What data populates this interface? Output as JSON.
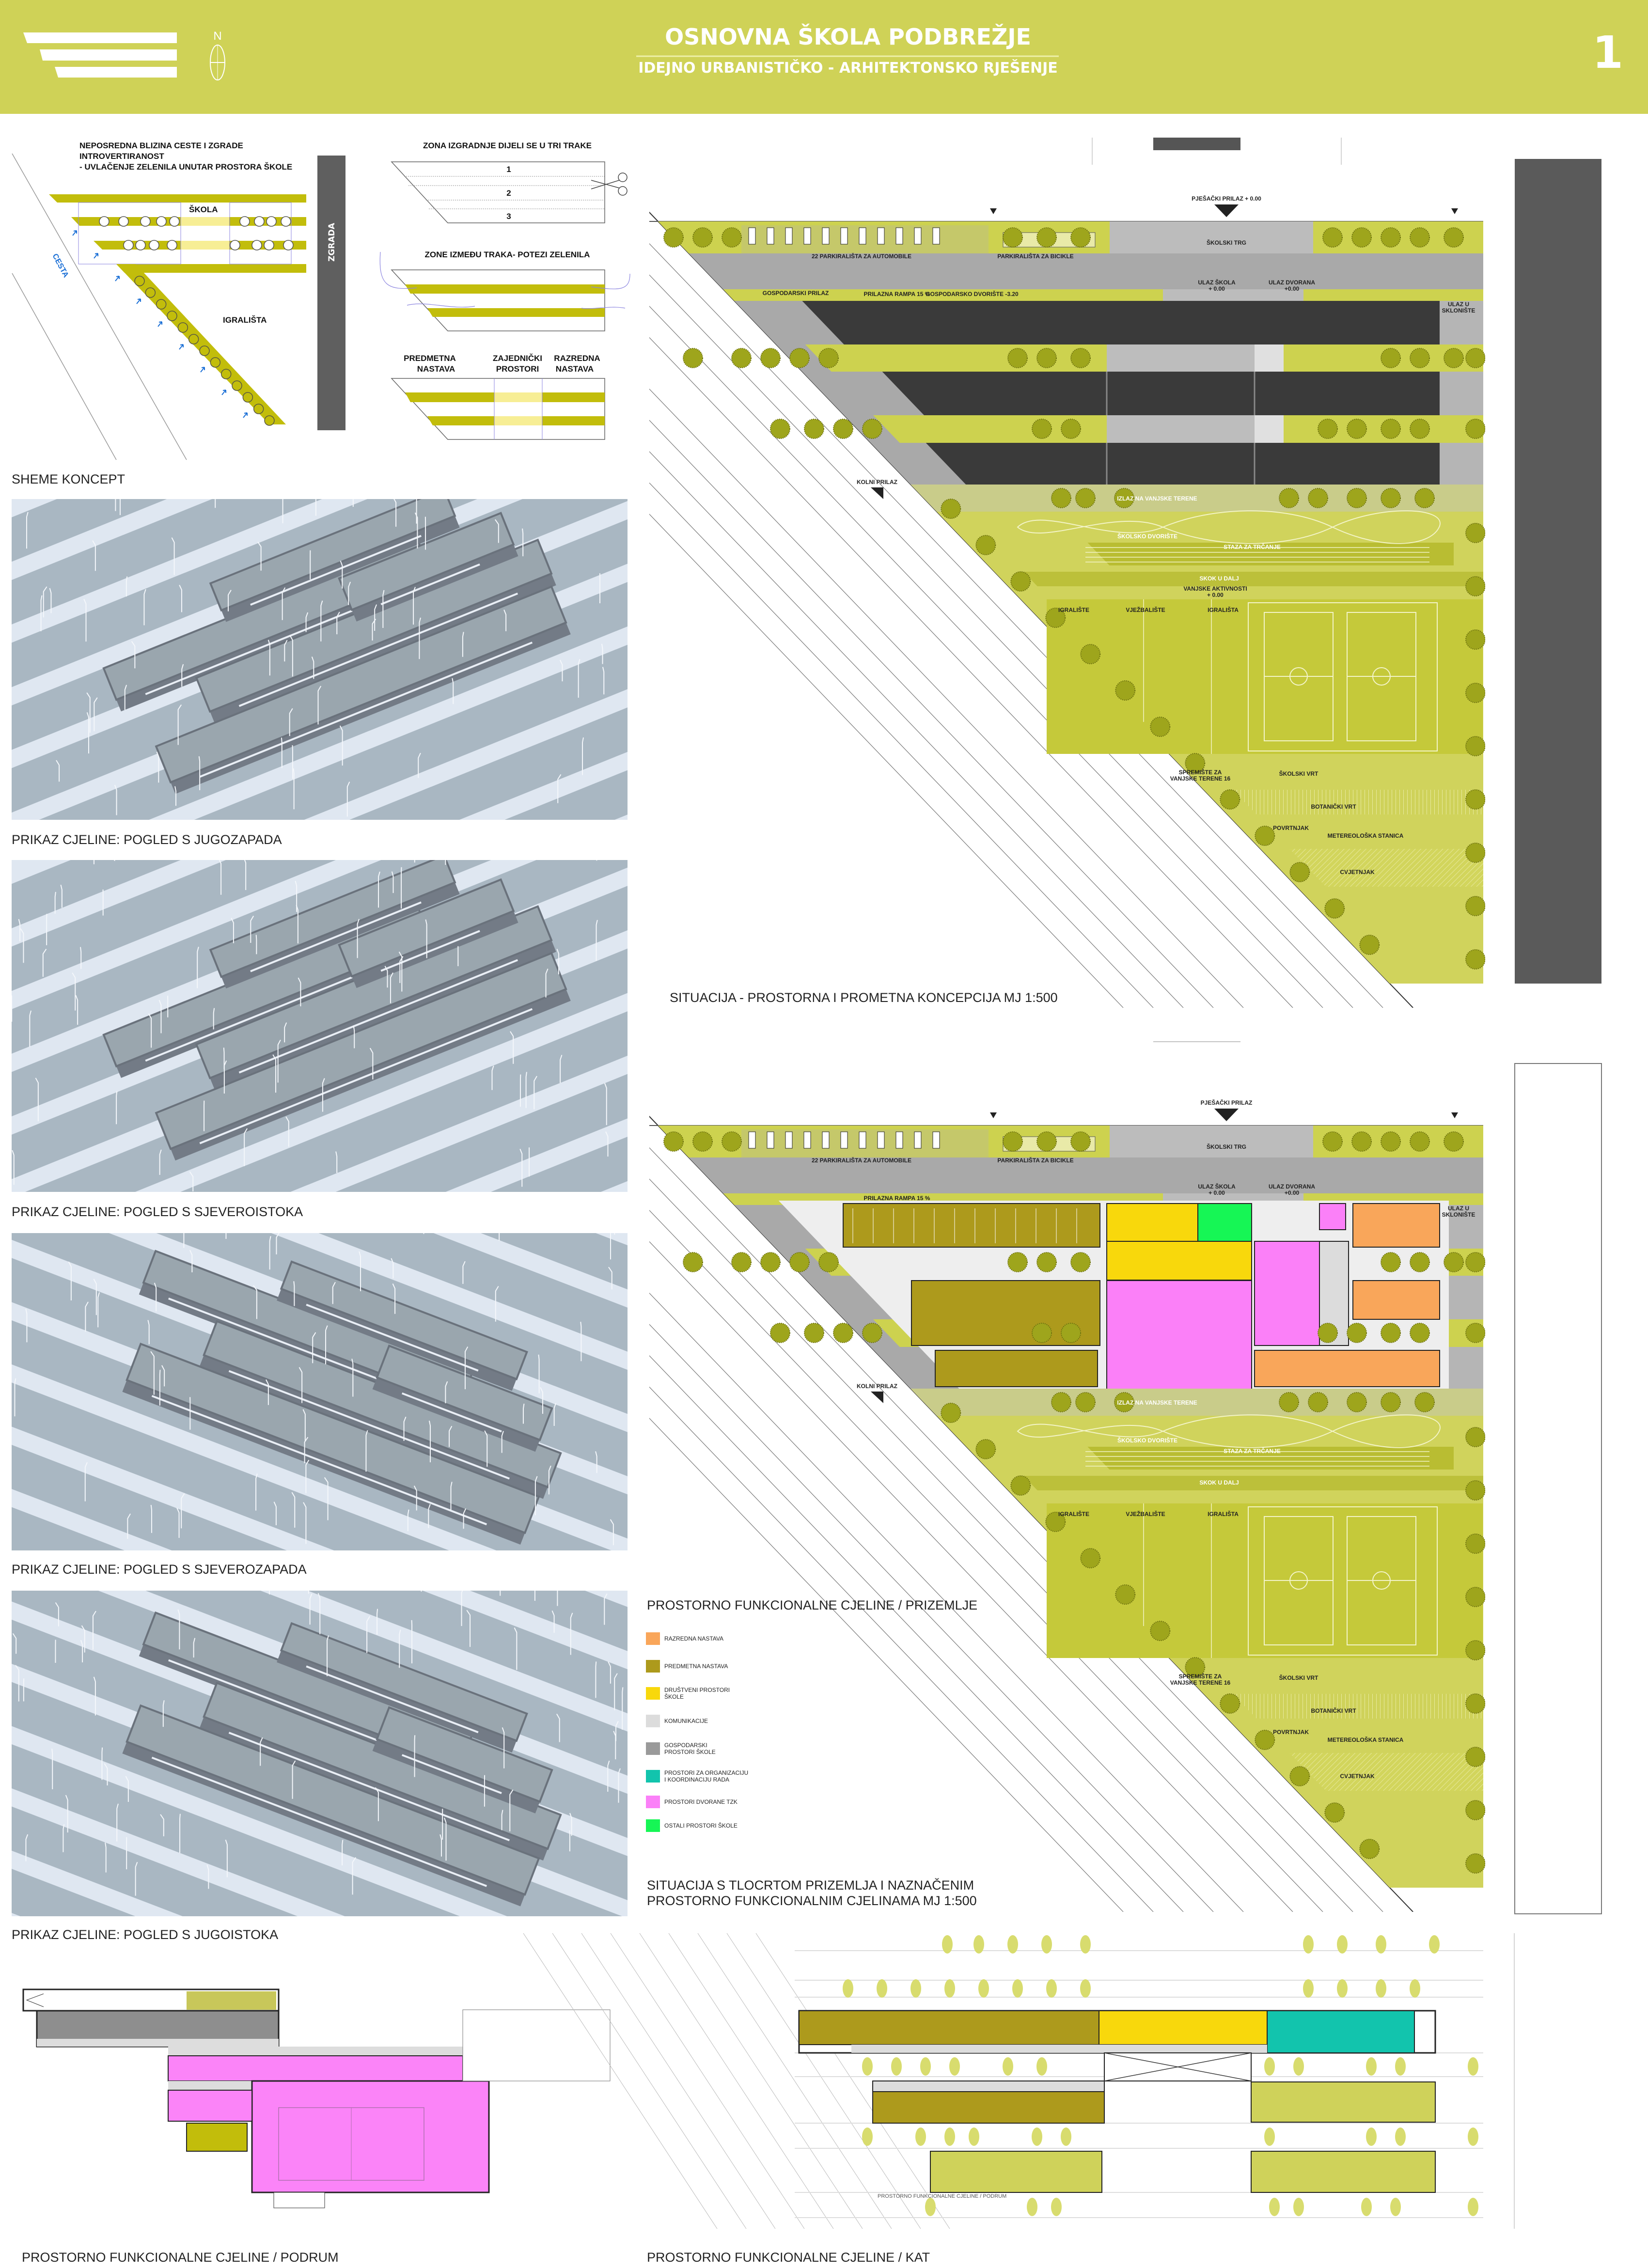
{
  "header": {
    "title": "OSNOVNA ŠKOLA PODBREŽJE",
    "subtitle": "IDEJNO URBANISTIČKO - ARHITEKTONSKO RJEŠENJE",
    "sheet_number": "1",
    "north": "N"
  },
  "concept": {
    "caption": "SHEME KONCEPT",
    "scheme1": {
      "lines": [
        "NEPOSREDNA BLIZINA CESTE I ZGRADE",
        "INTROVERTIRANOST",
        "- UVLAČENJE ZELENILA UNUTAR PROSTORA ŠKOLE"
      ],
      "school": "ŠKOLA",
      "road": "CESTA",
      "playgrounds": "IGRALIŠTA",
      "building": "ZGRADA"
    },
    "scheme2": {
      "heading": "ZONA IZGRADNJE DIJELI SE U TRI TRAKE",
      "strips": [
        "1",
        "2",
        "3"
      ]
    },
    "scheme3": {
      "heading": "ZONE IZMEĐU TRAKA- POTEZI ZELENILA"
    },
    "scheme4": {
      "labels": [
        [
          "PREDMETNA",
          "NASTAVA"
        ],
        [
          "ZAJEDNIČKI",
          "PROSTORI"
        ],
        [
          "RAZREDNA",
          "NASTAVA"
        ]
      ]
    }
  },
  "renders": [
    {
      "caption": "PRIKAZ CJELINE: POGLED S JUGOZAPADA"
    },
    {
      "caption": "PRIKAZ CJELINE: POGLED S SJEVEROISTOKA"
    },
    {
      "caption": "PRIKAZ CJELINE: POGLED S SJEVEROZAPADA"
    },
    {
      "caption": "PRIKAZ CJELINE: POGLED S JUGOISTOKA"
    }
  ],
  "site_plan_1": {
    "caption": "SITUACIJA - PROSTORNA I PROMETNA KONCEPCIJA MJ 1:500",
    "labels": {
      "pedestrian_access": "PJEŠAČKI PRILAZ + 0.00",
      "car_parking": "22 PARKIRALIŠTA ZA AUTOMOBILE",
      "bike_parking": "PARKIRALIŠTA ZA BICIKLE",
      "school_square": "ŠKOLSKI TRG",
      "service_access": "GOSPODARSKI PRILAZ",
      "ramp": "PRILAZNA RAMPA 15 %",
      "service_yard": "GOSPODARSKO DVORIŠTE -3.20",
      "school_entrance": [
        "ULAZ ŠKOLA",
        "+ 0.00"
      ],
      "hall_entrance": [
        "ULAZ DVORANA",
        "+0.00"
      ],
      "shelter_entrance": [
        "ULAZ U",
        "SKLONIŠTE"
      ],
      "vehicle_access": "KOLNI PRILAZ",
      "exit_outdoor": "IZLAZ NA VANJSKE TERENE",
      "schoolyard": "ŠKOLSKO DVORIŠTE",
      "running_track": "STAZA ZA TRČANJE",
      "long_jump": "SKOK U DALJ",
      "outdoor_activities": [
        "VANJSKE AKTIVNOSTI",
        "+ 0.00"
      ],
      "playground": "IGRALIŠTE",
      "exercise_area": "VJEŽBALIŠTE",
      "playgrounds": "IGRALIŠTA",
      "storage": [
        "SPREMIŠTE ZA",
        "VANJSKE TERENE 16"
      ],
      "school_garden": "ŠKOLSKI VRT",
      "botanical_garden": "BOTANIČKI VRT",
      "vegetable_garden": "POVRTNJAK",
      "weather_station": "METEREOLOŠKA STANICA",
      "flower_garden": "CVJETNJAK"
    }
  },
  "site_plan_2": {
    "heading": "PROSTORNO FUNKCIONALNE CJELINE / PRIZEMLJE",
    "caption_lines": [
      "SITUACIJA S TLOCRTOM PRIZEMLJA  I NAZNAČENIM",
      "PROSTORNO FUNKCIONALNIM CJELINAMA MJ 1:500"
    ],
    "labels": {
      "pedestrian_access": "PJEŠAČKI PRILAZ",
      "car_parking": "22 PARKIRALIŠTA ZA AUTOMOBILE",
      "bike_parking": "PARKIRALIŠTA ZA BICIKLE",
      "school_square": "ŠKOLSKI TRG",
      "ramp": "PRILAZNA RAMPA 15 %",
      "school_entrance": [
        "ULAZ ŠKOLA",
        "+ 0.00"
      ],
      "hall_entrance": [
        "ULAZ DVORANA",
        "+0.00"
      ],
      "shelter_entrance": [
        "ULAZ U",
        "SKLONIŠTE"
      ],
      "vehicle_access": "KOLNI PRILAZ",
      "exit_outdoor": "IZLAZ NA VANJSKE TERENE",
      "schoolyard": "ŠKOLSKO DVORIŠTE",
      "running_track": "STAZA ZA TRČANJE",
      "long_jump": "SKOK U DALJ",
      "playground": "IGRALIŠTE",
      "exercise_area": "VJEŽBALIŠTE",
      "playgrounds": "IGRALIŠTA",
      "storage": [
        "SPREMIŠTE ZA",
        "VANJSKE TERENE 16"
      ],
      "school_garden": "ŠKOLSKI VRT",
      "botanical_garden": "BOTANIČKI VRT",
      "vegetable_garden": "POVRTNJAK",
      "weather_station": "METEREOLOŠKA STANICA",
      "flower_garden": "CVJETNJAK"
    },
    "legend": [
      {
        "lines": [
          "RAZREDNA NASTAVA"
        ],
        "color": "#f9a65a"
      },
      {
        "lines": [
          "PREDMETNA NASTAVA"
        ],
        "color": "#ad9a1c"
      },
      {
        "lines": [
          "DRUŠTVENI PROSTORI",
          "ŠKOLE"
        ],
        "color": "#f8d80c"
      },
      {
        "lines": [
          "KOMUNIKACIJE"
        ],
        "color": "#dcdcdc"
      },
      {
        "lines": [
          "GOSPODARSKI",
          "PROSTORI ŠKOLE"
        ],
        "color": "#9a9a9a"
      },
      {
        "lines": [
          "PROSTORI ZA ORGANIZACIJU",
          "I KOORDINACIJU RADA"
        ],
        "color": "#12c4ad"
      },
      {
        "lines": [
          "PROSTORI DVORANE TZK"
        ],
        "color": "#fb80f8"
      },
      {
        "lines": [
          "OSTALI PROSTORI ŠKOLE"
        ],
        "color": "#16f655"
      }
    ]
  },
  "basement": {
    "caption": "PROSTORNO FUNKCIONALNE CJELINE / PODRUM"
  },
  "upper_floor": {
    "caption": "PROSTORNO FUNKCIONALNE CJELINE / KAT",
    "inner_label": "PROSTORNO FUNKCIONALNE CJELINE / PODRUM"
  },
  "colors": {
    "brand": "#cfd257",
    "olive": "#c2bd0b",
    "light_yellow": "#f7ee95",
    "building_dark": "#3a3a3a"
  }
}
